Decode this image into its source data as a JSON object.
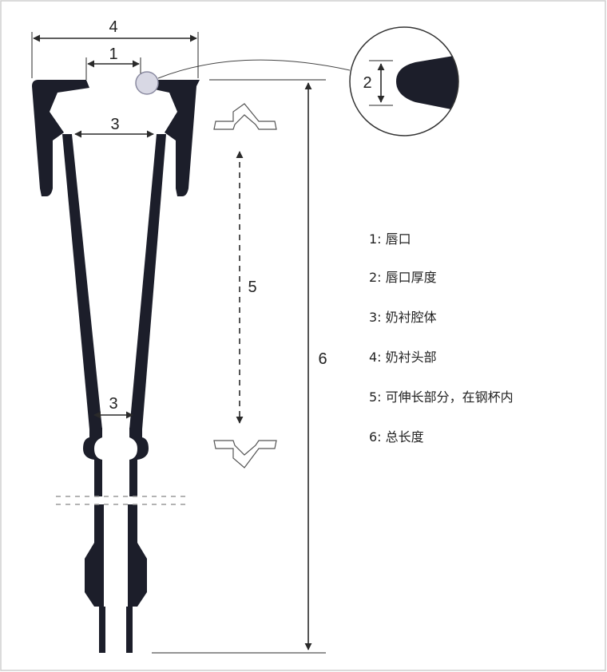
{
  "colors": {
    "liner": "#1c1e2a",
    "line": "#2a2a2a",
    "lip_highlight": "#d8d8e4"
  },
  "labels": {
    "d1": "1",
    "d2": "2",
    "d3": "3",
    "d3b": "3",
    "d4": "4",
    "d5": "5",
    "d6": "6"
  },
  "legend": [
    {
      "text": "1: 唇口"
    },
    {
      "text": "2: 唇口厚度"
    },
    {
      "text": "3: 奶衬腔体"
    },
    {
      "text": "4: 奶衬头部"
    },
    {
      "text": "5: 可伸长部分，在钢杯内"
    },
    {
      "text": "6: 总长度"
    }
  ]
}
